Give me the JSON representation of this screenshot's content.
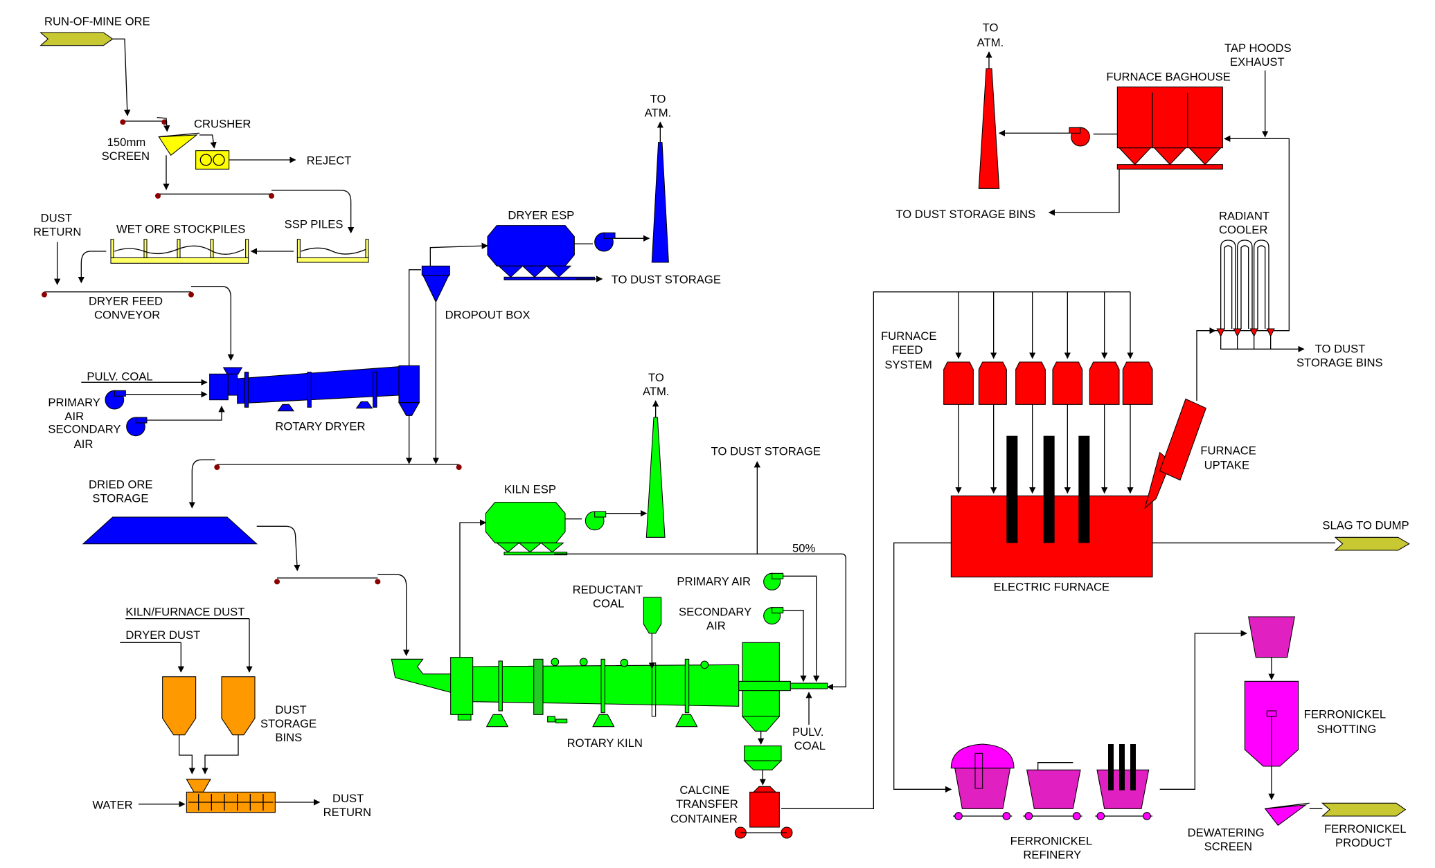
{
  "title": "",
  "labels": {
    "run_of_mine_ore": "RUN-OF-MINE ORE",
    "crusher": "CRUSHER",
    "screen_1": "150mm",
    "screen_2": "SCREEN",
    "reject": "REJECT",
    "dust_return_1": "DUST",
    "dust_return_2": "RETURN",
    "wet_ore_stockpiles": "WET ORE STOCKPILES",
    "ssp_piles": "SSP PILES",
    "dryer_feed_conveyor_1": "DRYER FEED",
    "dryer_feed_conveyor_2": "CONVEYOR",
    "pulv_coal": "PULV. COAL",
    "primary_air_1": "PRIMARY",
    "primary_air_2": "AIR",
    "secondary_air_1": "SECONDARY",
    "secondary_air_2": "AIR",
    "rotary_dryer": "ROTARY DRYER",
    "dryer_esp": "DRYER ESP",
    "to_atm_1": "TO",
    "to_atm_2": "ATM.",
    "to_dust_storage": "TO DUST STORAGE",
    "dropout_box": "DROPOUT BOX",
    "dried_ore_storage_1": "DRIED ORE",
    "dried_ore_storage_2": "STORAGE",
    "kiln_esp": "KILN ESP",
    "fifty_percent": "50%",
    "reductant_coal_1": "REDUCTANT",
    "reductant_coal_2": "COAL",
    "kiln_primary_air": "PRIMARY AIR",
    "kiln_secondary_air_1": "SECONDARY",
    "kiln_secondary_air_2": "AIR",
    "kiln_pulv_coal_1": "PULV.",
    "kiln_pulv_coal_2": "COAL",
    "rotary_kiln": "ROTARY KILN",
    "calcine_1": "CALCINE",
    "calcine_2": "TRANSFER",
    "calcine_3": "CONTAINER",
    "kiln_furnace_dust": "KILN/FURNACE DUST",
    "dryer_dust": "DRYER DUST",
    "dust_storage_bins_1": "DUST",
    "dust_storage_bins_2": "STORAGE",
    "dust_storage_bins_3": "BINS",
    "water": "WATER",
    "to_dust_storage_bins_top": "TO DUST STORAGE BINS",
    "furnace_baghouse": "FURNACE BAGHOUSE",
    "tap_hoods_1": "TAP HOODS",
    "tap_hoods_2": "EXHAUST",
    "radiant_cooler_1": "RADIANT",
    "radiant_cooler_2": "COOLER",
    "to_dust_storage_bins_2_1": "TO DUST",
    "to_dust_storage_bins_2_2": "STORAGE BINS",
    "furnace_feed_1": "FURNACE",
    "furnace_feed_2": "FEED",
    "furnace_feed_3": "SYSTEM",
    "furnace_uptake_1": "FURNACE",
    "furnace_uptake_2": "UPTAKE",
    "electric_furnace": "ELECTRIC FURNACE",
    "slag_to_dump": "SLAG TO DUMP",
    "ferronickel_refinery_1": "FERRONICKEL",
    "ferronickel_refinery_2": "REFINERY",
    "ferronickel_shotting_1": "FERRONICKEL",
    "ferronickel_shotting_2": "SHOTTING",
    "dewatering_screen_1": "DEWATERING",
    "dewatering_screen_2": "SCREEN",
    "ferronickel_product_1": "FERRONICKEL",
    "ferronickel_product_2": "PRODUCT"
  },
  "colors": {
    "ore_arrow": "#c8c832",
    "screen": "#ffff00",
    "stockpile": "#ffff66",
    "dryer": "#0000ff",
    "kiln": "#00ff00",
    "furnace": "#ff0000",
    "dust_bins": "#ff9900",
    "refinery": "#e020c0",
    "shotting": "#ff00ff",
    "roller": "#8b0000"
  }
}
